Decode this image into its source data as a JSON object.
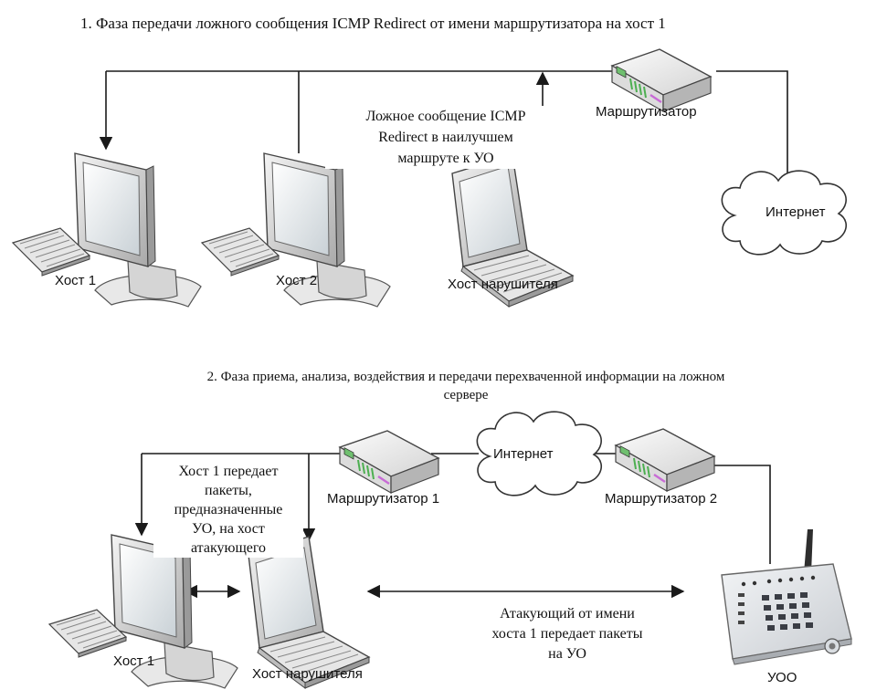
{
  "phase1": {
    "title": "1. Фаза передачи ложного сообщения ICMP Redirect от имени маршрутизатора на хост 1",
    "message_lines": [
      "Ложное сообщение ICMP",
      "Redirect в наилучшем",
      "маршруте к УО"
    ],
    "router_label": "Маршрутизатор",
    "internet_label": "Интернет",
    "host1_label": "Хост 1",
    "host2_label": "Хост 2",
    "attacker_label": "Хост нарушителя"
  },
  "phase2": {
    "title_lines": [
      "2. Фаза приема, анализа, воздействия и передачи перехваченной информации на ложном",
      "сервере"
    ],
    "internet_label": "Интернет",
    "router1_label": "Маршрутизатор 1",
    "router2_label": "Маршрутизатор 2",
    "host1_note_lines": [
      "Хост 1 передает",
      "пакеты,",
      "предназначенные",
      "УО, на хост",
      "атакующего"
    ],
    "attacker_note_lines": [
      "Атакующий от имени",
      "хоста 1 передает пакеты",
      "на УО"
    ],
    "host1_label": "Хост 1",
    "attacker_label": "Хост нарушителя",
    "device_label": "УОО"
  },
  "colors": {
    "line": "#1a1a1a",
    "router_led": "#4caf50",
    "router_accent": "#c86bd6"
  }
}
